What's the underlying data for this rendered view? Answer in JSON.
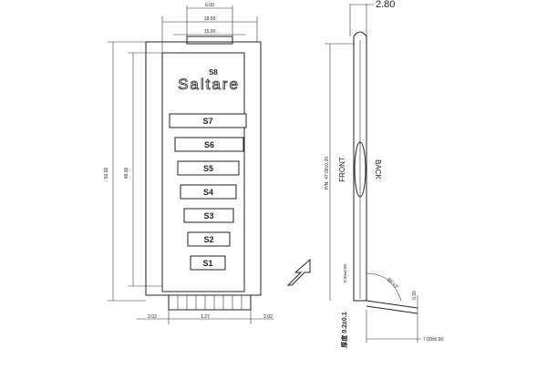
{
  "front_view": {
    "brand": "Saltare",
    "top_label": "S8",
    "slots": [
      "S7",
      "S6",
      "S5",
      "S4",
      "S3",
      "S2",
      "S1"
    ],
    "dims": {
      "top1": "6.00",
      "top2": "18.00",
      "top3": "15.00",
      "height_total": "50.00",
      "height_inner": "48.00",
      "bottom_left": "2.02",
      "bottom_pitch": "1.27",
      "bottom_right": "2.02"
    }
  },
  "side_view": {
    "thickness_top": "2.80",
    "front_label": "FRONT",
    "back_label": "BACK",
    "length_note": "P/N: 47.00±0.20",
    "note_left_small": "0.50±0.50",
    "angle_note": "90°±3°",
    "note_right_small": "0.30",
    "bottom_label": "7.00±0.50",
    "vertical_note": "厚度 0.2±0.1"
  },
  "colors": {
    "line": "#222222",
    "button_fill": "#ffffff"
  }
}
